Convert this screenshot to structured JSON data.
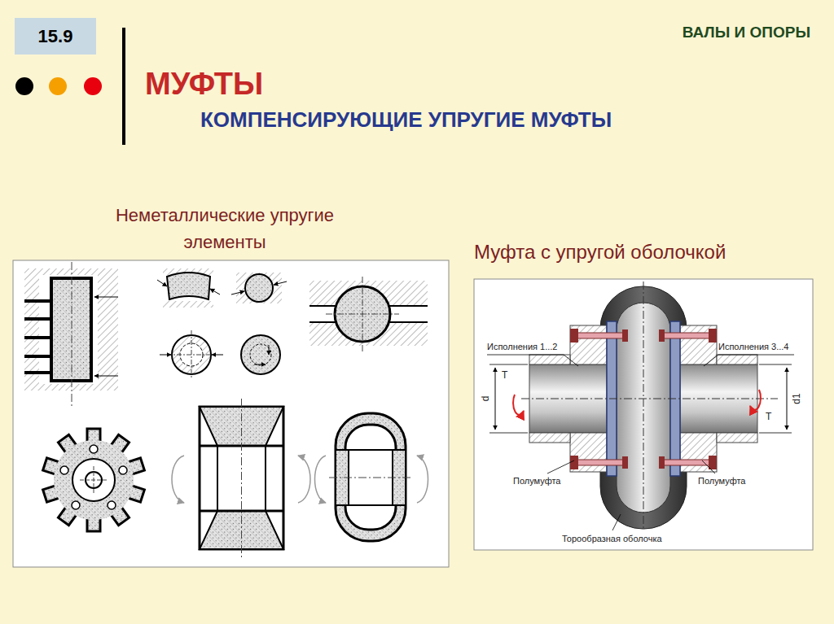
{
  "diagram": {
    "title": "МУФТЫ",
    "nodes": [
      {
        "text": [
          "15.9"
        ]
      }
    ],
    "labels": [
      "ВАЛЫ И ОПОРЫ",
      "КОМПЕНСИРУЮЩИЕ УПРУГИЕ МУФТЫ",
      "Неметаллические упругие элементы",
      "Муфта с упругой оболочкой",
      "Исполнения 1...2",
      "Исполнения 3...4",
      "T",
      "d",
      "T",
      "d1",
      "Полумуфта",
      "Полумуфта",
      "Торообразная оболочка"
    ]
  }
}
